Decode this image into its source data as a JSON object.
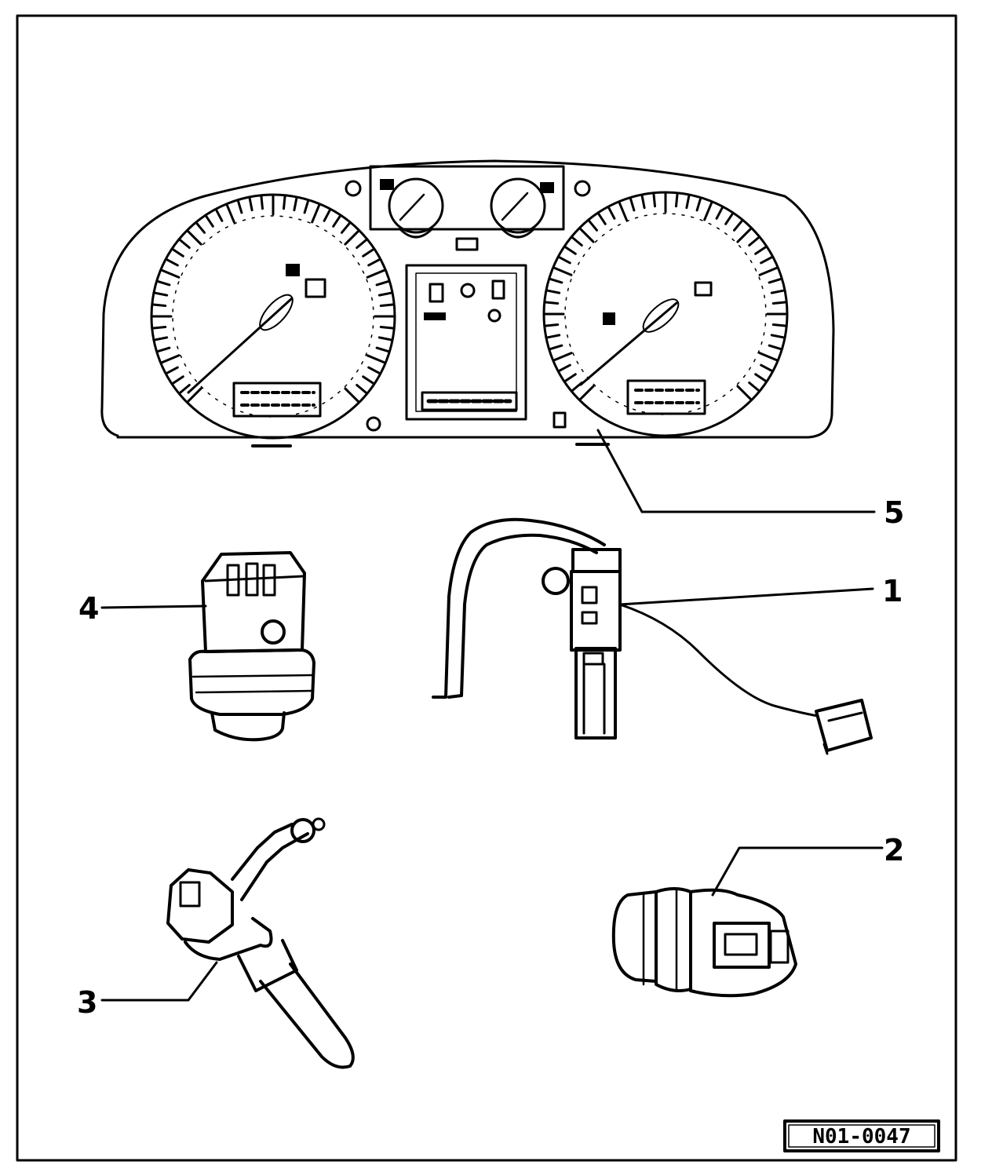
{
  "callouts": [
    {
      "number": "1"
    },
    {
      "number": "2"
    },
    {
      "number": "3"
    },
    {
      "number": "4"
    },
    {
      "number": "5"
    }
  ],
  "reference_code": "N01-0047",
  "colors": {
    "ink": "#000000",
    "paper": "#ffffff"
  }
}
